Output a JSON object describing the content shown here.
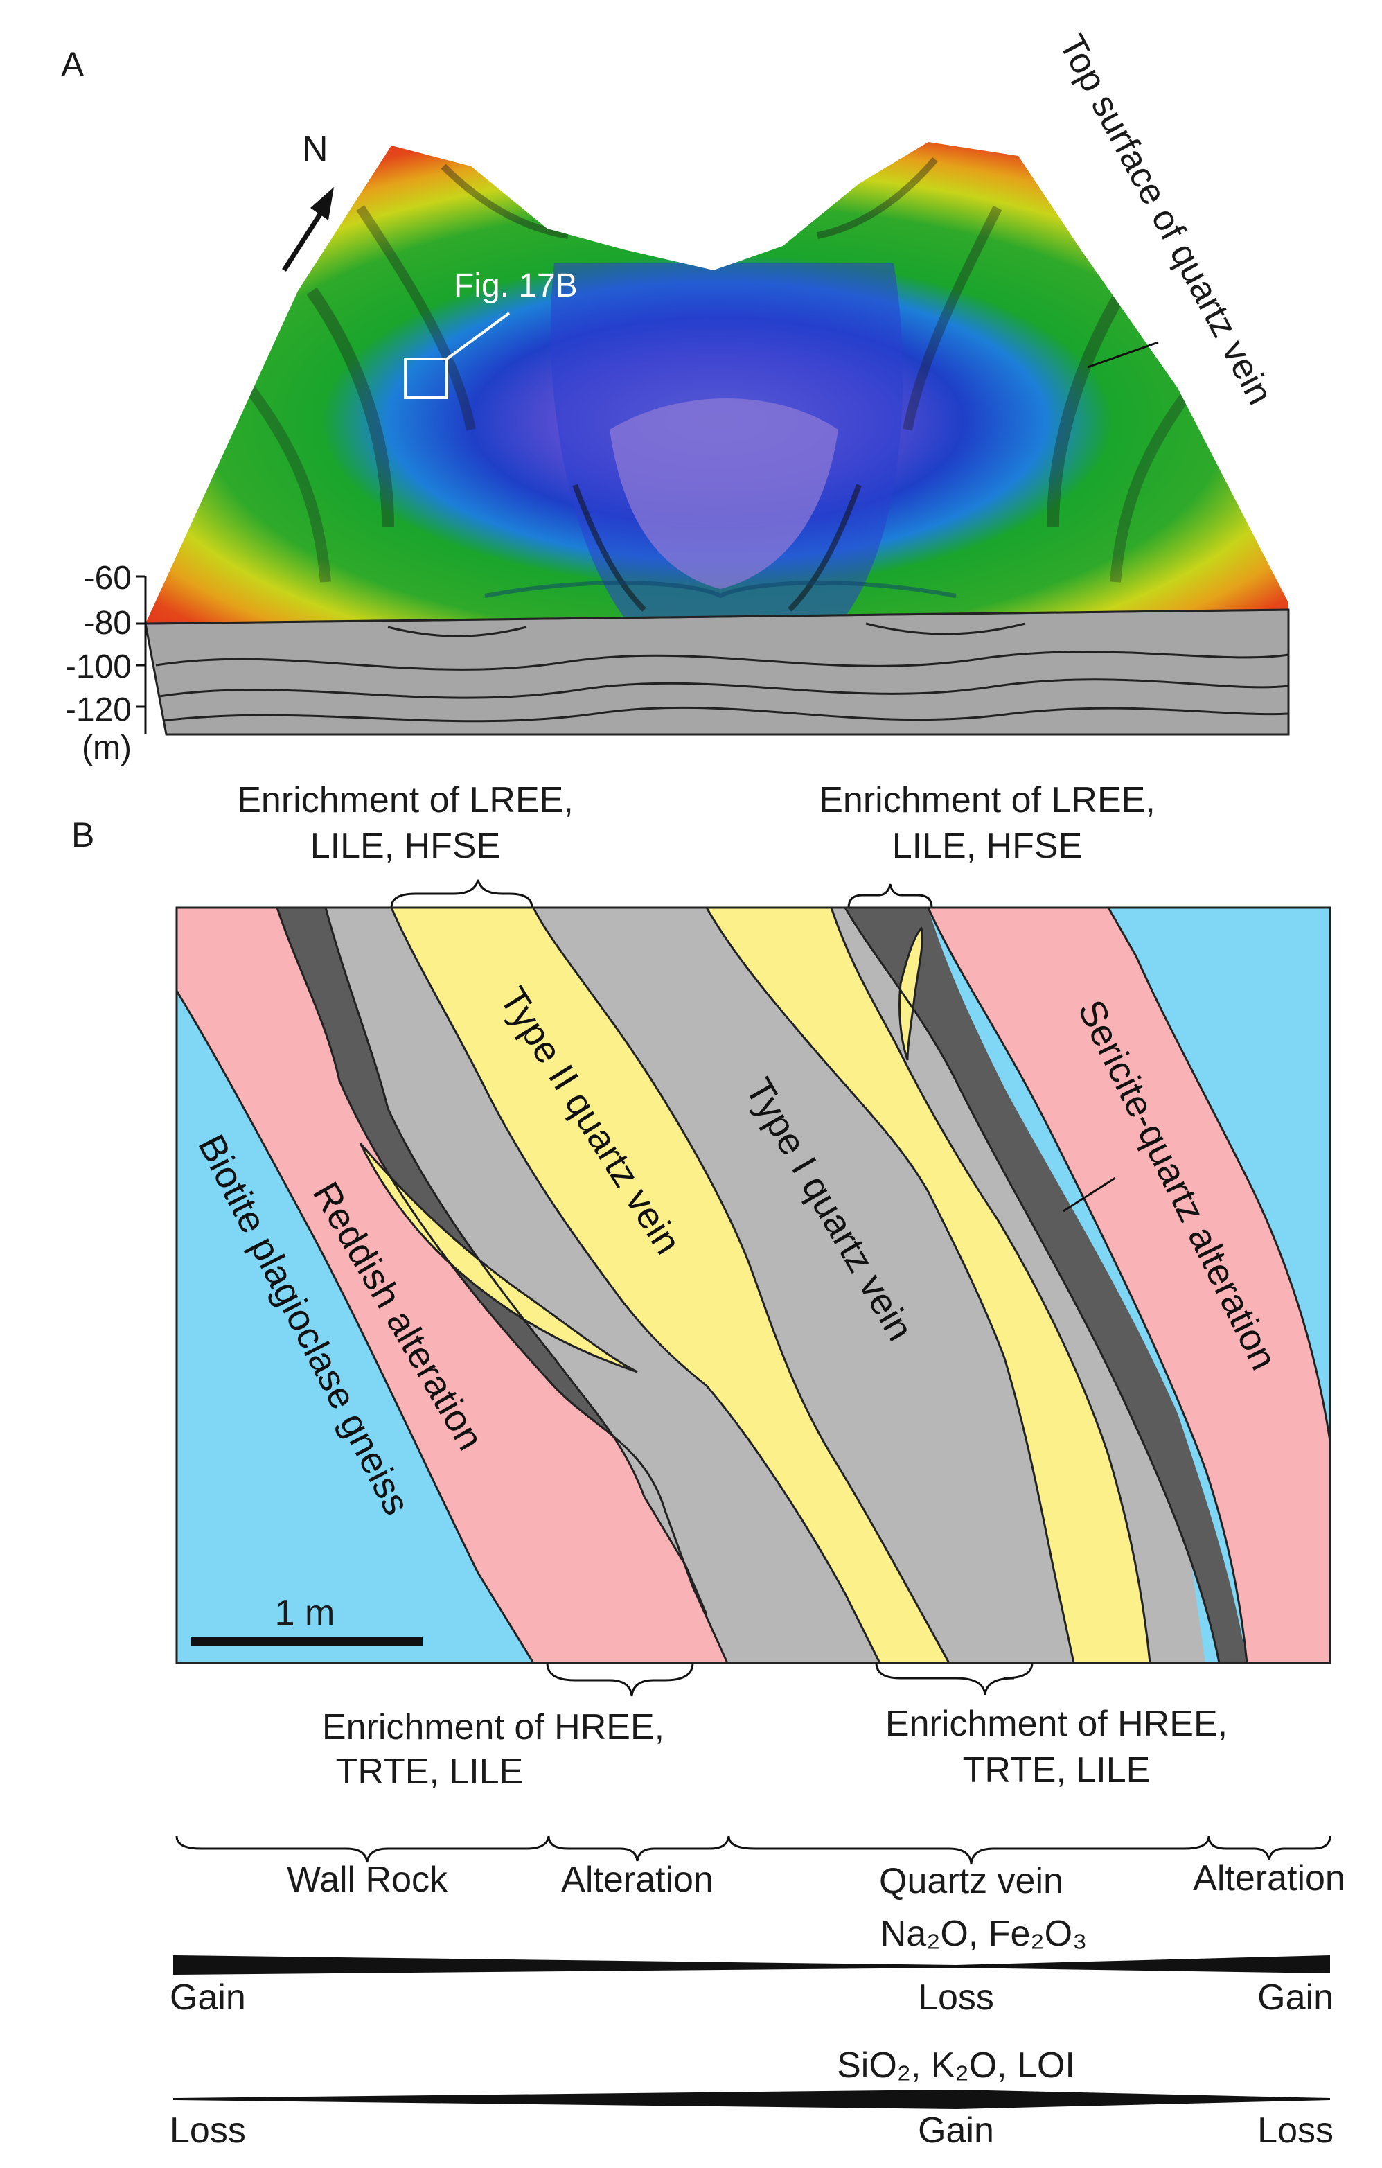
{
  "panel_a": {
    "label": "A",
    "north_label": "N",
    "figure_ref": "Fig. 17B",
    "vein_surface_label": "Top surface of quartz vein",
    "depth_ticks": [
      "-60",
      "-80",
      "-100",
      "-120",
      "(m)"
    ]
  },
  "panel_b": {
    "label": "B",
    "top_enrichment_left": [
      "Enrichment of LREE,",
      "LILE, HFSE"
    ],
    "top_enrichment_right": [
      "Enrichment of LREE,",
      "LILE, HFSE"
    ],
    "units": {
      "gneiss": "Biotite plagioclase gneiss",
      "reddish": "Reddish alteration",
      "type2": "Type II quartz vein",
      "type1": "Type I quartz vein",
      "sericite": "Sericite-quartz alteration"
    },
    "scale_bar": "1 m",
    "bottom_enrichment_left": [
      "Enrichment of HREE,",
      "TRTE, LILE"
    ],
    "bottom_enrichment_right": [
      "Enrichment of HREE,",
      "TRTE, LILE"
    ]
  },
  "zones": [
    "Wall Rock",
    "Alteration",
    "Quartz vein",
    "Alteration"
  ],
  "trend1": {
    "title": "Na₂O, Fe₂O₃",
    "left": "Gain",
    "middle": "Loss",
    "right": "Gain"
  },
  "trend2": {
    "title": "SiO₂, K₂O, LOI",
    "left": "Loss",
    "middle": "Gain",
    "right": "Loss"
  },
  "colors": {
    "gneiss": "#7fd6f5",
    "alteration": "#f9b3b6",
    "dark_selvage": "#5c5c5c",
    "host_gray": "#b7b7b7",
    "quartz": "#fbf08a",
    "block_side": "#a6a6a6"
  }
}
